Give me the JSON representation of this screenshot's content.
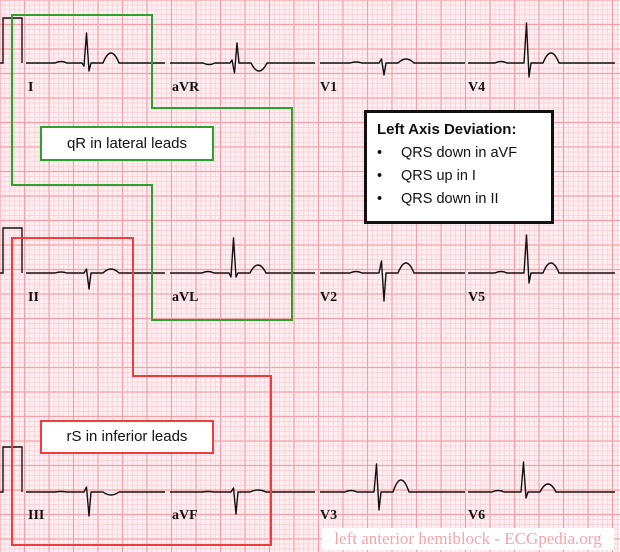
{
  "leads": {
    "row1": [
      "I",
      "aVR",
      "V1",
      "V4"
    ],
    "row2": [
      "II",
      "aVL",
      "V2",
      "V5"
    ],
    "row3": [
      "III",
      "aVF",
      "V3",
      "V6"
    ]
  },
  "annotations": {
    "lateral": {
      "text": "qR in lateral leads",
      "color": "#2ea02e"
    },
    "inferior": {
      "text": "rS in inferior leads",
      "color": "#f03c3c"
    }
  },
  "criteria": {
    "title": "Left Axis Deviation:",
    "items": [
      "QRS down in aVF",
      "QRS up in I",
      "QRS down in II"
    ]
  },
  "credit": "left anterior hemiblock - ECGpedia.org",
  "colors": {
    "grid_major": "#f4a0aa",
    "grid_minor": "#f8c8cf",
    "trace": "#111111"
  }
}
